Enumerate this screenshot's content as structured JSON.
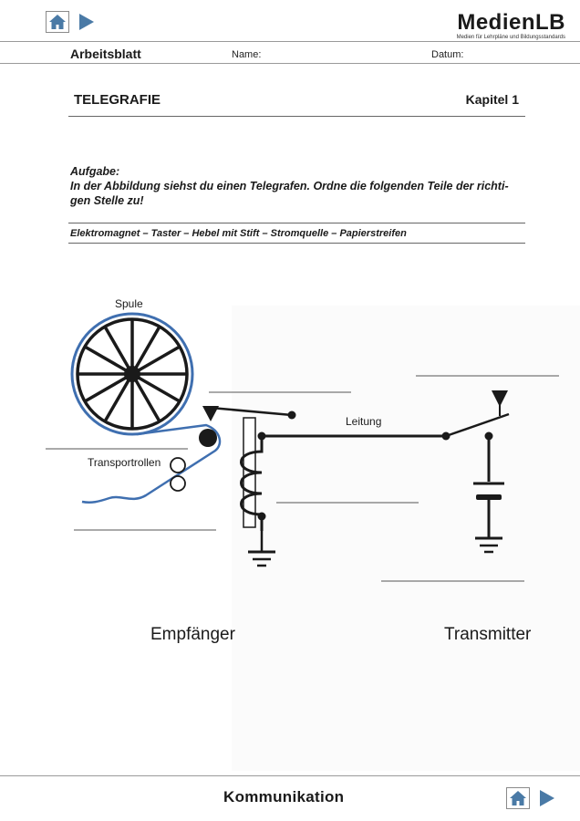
{
  "header": {
    "home_icon": "home-icon",
    "next_icon": "arrow-right-icon",
    "logo_title": "MedienLB",
    "logo_subtitle": "Medien für Lehrpläne und Bildungsstandards",
    "sheet_label": "Arbeitsblatt",
    "name_label": "Name:",
    "date_label": "Datum:"
  },
  "topic": {
    "title": "TELEGRAFIE",
    "chapter": "Kapitel 1"
  },
  "task": {
    "heading": "Aufgabe:",
    "line1": "In der Abbildung siehst du einen Telegrafen. Ordne die folgenden Teile der richti-",
    "line2": "gen Stelle zu!",
    "word_list": "Elektromagnet – Taster – Hebel mit Stift  – Stromquelle  – Papierstreifen"
  },
  "diagram": {
    "label_spule": "Spule",
    "label_transportrollen": "Transportrollen",
    "label_leitung": "Leitung",
    "caption_receiver": "Empfänger",
    "caption_transmitter": "Transmitter",
    "accent_color": "#3f6fb0",
    "line_color": "#1a1a1a"
  },
  "footer": {
    "title": "Kommunikation",
    "home_icon": "home-icon",
    "next_icon": "arrow-right-icon"
  }
}
